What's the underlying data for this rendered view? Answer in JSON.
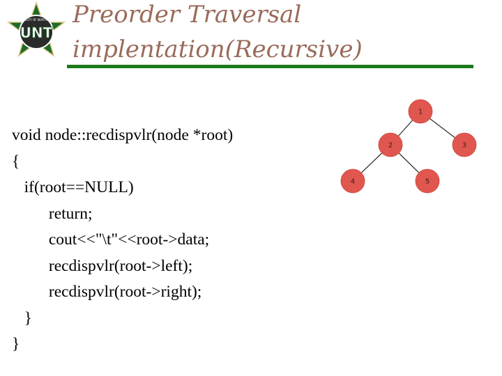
{
  "slide": {
    "title_line1": "Preorder Traversal",
    "title_line2": "implentation(Recursive)",
    "accent_color": "#1c7a1c",
    "title_color": "#9a6b5a",
    "logo": {
      "text": "UNT",
      "ring_text": "UNIVERSITY OF NORTH TEXAS",
      "icon": "unt-eagle-star-logo"
    }
  },
  "code": {
    "lines": [
      "void node::recdispvlr(node *root)",
      "{",
      "   if(root==NULL)",
      "         return;",
      "         cout<<\"\\t\"<<root->data;",
      "         recdispvlr(root->left);",
      "         recdispvlr(root->right);",
      "   }",
      "}"
    ]
  },
  "tree": {
    "node_color": "#e0574f",
    "nodes": [
      {
        "id": "1",
        "label": "1"
      },
      {
        "id": "2",
        "label": "2"
      },
      {
        "id": "3",
        "label": "3"
      },
      {
        "id": "4",
        "label": "4"
      },
      {
        "id": "5",
        "label": "5"
      }
    ],
    "edges": [
      [
        "1",
        "2"
      ],
      [
        "1",
        "3"
      ],
      [
        "2",
        "4"
      ],
      [
        "2",
        "5"
      ]
    ]
  }
}
